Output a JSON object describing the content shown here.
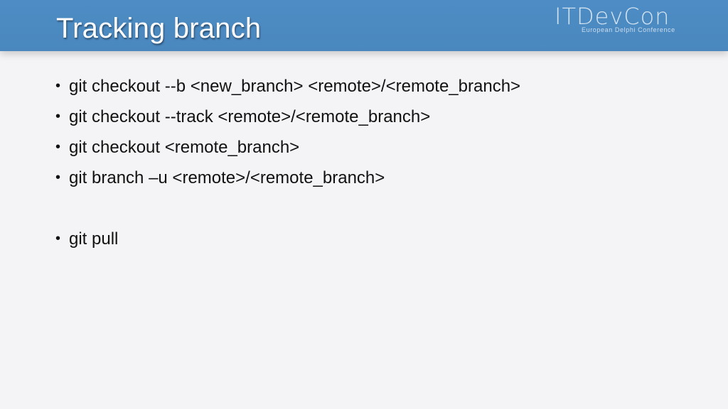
{
  "slide": {
    "title": "Tracking branch",
    "logo": {
      "main": "ITDevCon",
      "sub": "European Delphi Conference"
    },
    "bullets": [
      "git checkout --b <new_branch> <remote>/<remote_branch>",
      "git checkout --track <remote>/<remote_branch>",
      "git checkout <remote_branch>",
      "git branch –u <remote>/<remote_branch>",
      "git pull"
    ],
    "colors": {
      "header": "#4a87bf",
      "background": "#f4f4f6",
      "text": "#111111"
    }
  }
}
